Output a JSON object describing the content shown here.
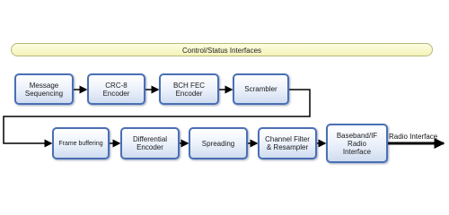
{
  "banner": {
    "label": "Control/Status Interfaces"
  },
  "row1": [
    {
      "id": "message-sequencing",
      "label": "Message\nSequencing"
    },
    {
      "id": "crc8-encoder",
      "label": "CRC-8\nEncoder"
    },
    {
      "id": "bch-fec-encoder",
      "label": "BCH FEC\nEncoder"
    },
    {
      "id": "scrambler",
      "label": "Scrambler"
    }
  ],
  "row2": [
    {
      "id": "frame-buffering",
      "label": "Frame buffering"
    },
    {
      "id": "differential-encoder",
      "label": "Differential\nEncoder"
    },
    {
      "id": "spreading",
      "label": "Spreading"
    },
    {
      "id": "channel-filter-resampler",
      "label": "Channel Filter\n& Resampler"
    },
    {
      "id": "baseband-if-radio-interface",
      "label": "Baseband/IF\nRadio\nInterface"
    }
  ],
  "output": {
    "label": "Radio Interface"
  }
}
